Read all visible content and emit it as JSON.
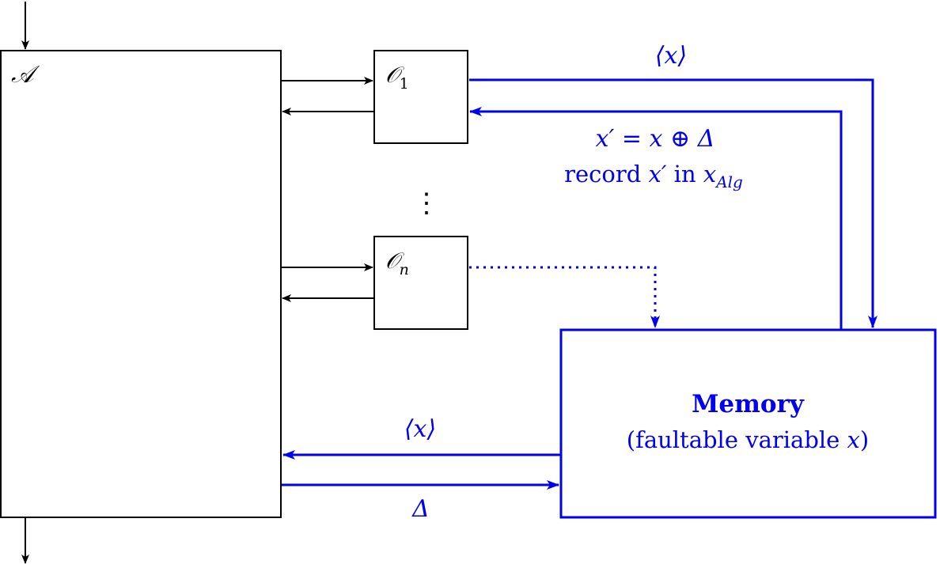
{
  "adversary": {
    "label": "𝒜"
  },
  "oracles": [
    {
      "letter": "𝒪",
      "sub": "1"
    },
    {
      "letter": "𝒪",
      "sub": "n"
    }
  ],
  "ellipsis": "⋮",
  "top_edge": {
    "label": "⟨x⟩"
  },
  "return_edge": {
    "eq_lhs": "x′",
    "eq_eq": "=",
    "eq_x": "x",
    "eq_op": "⊕",
    "eq_delta": "Δ",
    "record_pre": "record",
    "record_var": "x′",
    "record_in": "in",
    "record_target": "x",
    "record_sub": "Alg"
  },
  "memory": {
    "title": "Memory",
    "subtitle_pre": "(faultable variable",
    "subtitle_var": "x",
    "subtitle_post": ")"
  },
  "bottom_edges": {
    "read_label": "⟨x⟩",
    "write_label": "Δ"
  },
  "colors": {
    "black": "#000000",
    "blue": "#0000ee"
  }
}
